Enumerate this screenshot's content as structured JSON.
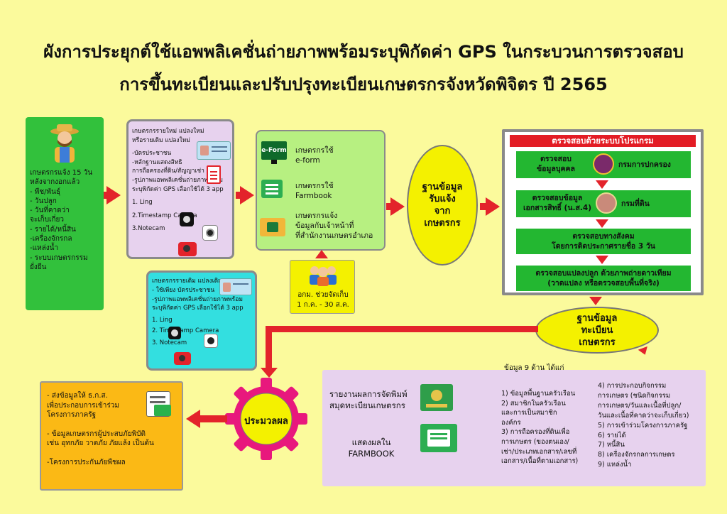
{
  "title": {
    "line1": "ผังการประยุกต์ใช้แอพพลิเคชั่นถ่ายภาพพร้อมระบุพิกัดค่า GPS ในกระบวนการตรวจสอบ",
    "line2": "การขึ้นทะเบียนและปรับปรุงทะเบียนเกษตรกรจังหวัดพิจิตร ปี 2565"
  },
  "farmer_box": {
    "icon": "farmer-icon",
    "lines": [
      "เกษตรกรแจ้ง 15 วัน",
      "หลังจากงอกแล้ว",
      "- พืช/พันธุ์",
      "- วันปลูก",
      "- วันที่คาดว่า",
      "จะเก็บเกี่ยว",
      "- รายได้/หนี้สิน",
      "-เครื่องจักรกล",
      "-แหล่งน้ำ",
      "- ระบบเกษตรกรรม",
      "ยั่งยืน"
    ]
  },
  "new_farmer_box": {
    "lines": [
      "เกษตรกรรายใหม่ แปลงใหม่",
      "หรือรายเดิม แปลงใหม่",
      "-บัตรประชาชน",
      "-หลักฐานแสดงสิทธิ",
      "การถือครองที่ดิน/สัญญาเช่า",
      "-รูปภาพแอพพลิเคชั่นถ่ายภาพพร้อม",
      "ระบุพิกัดค่า GPS เลือกใช้ได้ 3 app",
      "1. Ling",
      "2.Timestamp Camera",
      "3.Notecam"
    ]
  },
  "old_farmer_box": {
    "lines": [
      "เกษตรกรรายเดิม แปลงเดิม",
      "- ใช้เพียง บัตรประชาชน",
      "-รูปภาพแอพพลิเคชั่นถ่ายภาพพร้อม",
      "ระบุพิกัดค่า GPS เลือกใช้ได้ 3 app",
      "1. Ling",
      "2. Timestamp Camera",
      "3. Notecam"
    ]
  },
  "channels_box": {
    "items": [
      {
        "icon": "eform-icon",
        "icon_text": "e-Form",
        "line1": "เกษตรกรใช้",
        "line2": "e-form"
      },
      {
        "icon": "farmbook-icon",
        "line1": "เกษตรกรใช้",
        "line2": "Farmbook"
      },
      {
        "icon": "folder-icon",
        "line1": "เกษตรกรแจ้ง",
        "line2": "ข้อมูลกับเจ้าหน้าที่",
        "line3": "ที่สำนักงานเกษตรอำเภอ"
      }
    ]
  },
  "volunteer_box": {
    "icon": "volunteers-icon",
    "line1": "อกม. ช่วยจัดเก็บ",
    "line2": "1 ก.ค. - 30 ส.ค."
  },
  "database_ellipse": {
    "lines": [
      "ฐานข้อมูล",
      "รับแจ้ง",
      "จาก",
      "เกษตรกร"
    ]
  },
  "verify_box": {
    "header": "ตรวจสอบด้วยระบบโปรแกรม",
    "steps": [
      {
        "line1": "ตรวจสอบ",
        "line2": "ข้อมูลบุคคล",
        "org": "กรมการปกครอง",
        "icon": "dopa-seal-icon"
      },
      {
        "line1": "ตรวจสอบข้อมูล",
        "line2": "เอกสารสิทธิ์ (น.ส.4)",
        "org": "กรมที่ดิน",
        "icon": "land-dept-seal-icon"
      },
      {
        "line1": "ตรวจสอบทางสังคม",
        "line2": "โดยการติดประกาศรายชื่อ 3 วัน"
      },
      {
        "line1": "ตรวจสอบแปลงปลูก ด้วยภาพถ่ายดาวเทียม",
        "line2": "(วาดแปลง หรือตรวจสอบพื้นที่จริง)"
      }
    ]
  },
  "registry_ellipse": {
    "lines": [
      "ฐานข้อมูล",
      "ทะเบียน",
      "เกษตรกร"
    ]
  },
  "process_gear": {
    "label": "ประมวลผล",
    "icon": "gear-icon"
  },
  "report_box": {
    "heading": "ข้อมูล 9 ด้าน ได้แก่",
    "report_line1": "รายงานผลการจัดพิมพ์",
    "report_line2": "สมุดทะเบียนเกษตรกร",
    "show_line1": "แสดงผลใน",
    "show_line2": "FARMBOOK",
    "col1": [
      "1) ข้อมูลพื้นฐานครัวเรือน",
      "2) สมาชิกในครัวเรือน",
      "และการเป็นสมาชิก",
      "องค์กร",
      "3) การถือครองที่ดินเพื่อ",
      "การเกษตร (ของตนเอง/",
      "เช่า/ประเภทเอกสาร/เลขที่",
      "เอกสาร/เนื้อที่ตามเอกสาร)"
    ],
    "col2": [
      "4) การประกอบกิจกรรม",
      "การเกษตร (ชนิดกิจกรรม",
      "การเกษตร/วันและเนื้อที่ปลูก/",
      "วันและเนื้อที่คาดว่าจะเก็บเกี่ยว)",
      "5) การเข้าร่วมโครงการภาครัฐ",
      "6) รายได้",
      "7) หนี้สิน",
      "8) เครื่องจักรกลการเกษตร",
      "9) แหล่งน้ำ"
    ]
  },
  "output_box": {
    "lines": [
      "- ส่งข้อมูลให้ ธ.ก.ส.",
      "เพื่อประกอบการเข้าร่วม",
      "โครงการภาครัฐ",
      "",
      "- ข้อมูลเกษตรกรผู้ประสบภัยพิบัติ",
      "เช่น อุทกภัย วาตภัย ภัยแล้ง เป็นต้น",
      "",
      "-โครงการประกันภัยพืชผล"
    ],
    "icon": "money-icon"
  },
  "colors": {
    "background": "#fbfa9c",
    "arrow": "#e3232b",
    "green": "#32c13c",
    "lilac": "#e7d2ee",
    "cyan": "#33dfe0",
    "ellipse": "#f4f100",
    "orange": "#fbb915"
  }
}
